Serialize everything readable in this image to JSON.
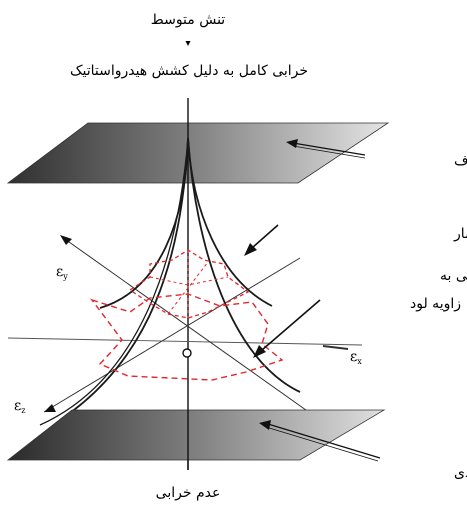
{
  "top_axis_label": "تنش متوسط",
  "top_title": "خرابی کامل به دلیل کشش هیدرواستاتیک",
  "cutoff_label": "فشار کات-آف",
  "pressure_dep_label": "تابع وابستگی به فشار",
  "lode_dep_label_line1": "تابع وابستگی به",
  "lode_dep_label_line2": "زاویه لود",
  "limit_pressure_label": "فشار حدی",
  "bottom_label": "عدم خرابی",
  "axis_x": {
    "symbol": "ε",
    "subscript": "x"
  },
  "axis_y": {
    "symbol": "ε",
    "subscript": "y"
  },
  "axis_z": {
    "symbol": "ε",
    "subscript": "z"
  },
  "colors": {
    "dashed_surface": "#e0282c",
    "lines": "#1a1a1a"
  }
}
